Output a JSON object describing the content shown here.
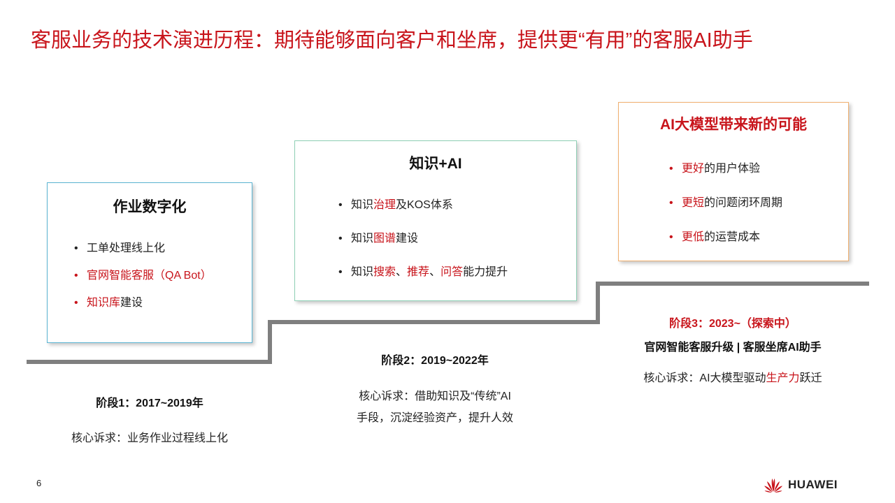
{
  "title": "客服业务的技术演进历程：期待能够面向客户和坐席，提供更“有用”的客服AI助手",
  "cards": [
    {
      "title": "作业数字化",
      "bullets": [
        {
          "segments": [
            {
              "text": "工单处理线上化",
              "red": false
            }
          ],
          "red_bullet": false
        },
        {
          "segments": [
            {
              "text": "官网智能客服（QA Bot）",
              "red": true
            }
          ],
          "red_bullet": true
        },
        {
          "segments": [
            {
              "text": "知识库",
              "red": true
            },
            {
              "text": "建设",
              "red": false
            }
          ],
          "red_bullet": true
        }
      ]
    },
    {
      "title": "知识+AI",
      "bullets": [
        {
          "segments": [
            {
              "text": "知识",
              "red": false
            },
            {
              "text": "治理",
              "red": true
            },
            {
              "text": "及KOS体系",
              "red": false
            }
          ],
          "red_bullet": false
        },
        {
          "segments": [
            {
              "text": "知识",
              "red": false
            },
            {
              "text": "图谱",
              "red": true
            },
            {
              "text": "建设",
              "red": false
            }
          ],
          "red_bullet": false
        },
        {
          "segments": [
            {
              "text": "知识",
              "red": false
            },
            {
              "text": "搜索",
              "red": true
            },
            {
              "text": "、",
              "red": false
            },
            {
              "text": "推荐",
              "red": true
            },
            {
              "text": "、",
              "red": false
            },
            {
              "text": "问答",
              "red": true
            },
            {
              "text": "能力提升",
              "red": false
            }
          ],
          "red_bullet": false
        }
      ]
    },
    {
      "title": "AI大模型带来新的可能",
      "bullets": [
        {
          "segments": [
            {
              "text": "更好",
              "red": true
            },
            {
              "text": "的用户体验",
              "red": false
            }
          ],
          "red_bullet": true
        },
        {
          "segments": [
            {
              "text": "更短",
              "red": true
            },
            {
              "text": "的问题闭环周期",
              "red": false
            }
          ],
          "red_bullet": true
        },
        {
          "segments": [
            {
              "text": "更低",
              "red": true
            },
            {
              "text": "的运营成本",
              "red": false
            }
          ],
          "red_bullet": true
        }
      ]
    }
  ],
  "stages": [
    {
      "title": "阶段1：2017~2019年",
      "subtitle": "",
      "desc_lines": [
        [
          {
            "text": "核心诉求：业务作业过程线上化",
            "red": false
          }
        ]
      ]
    },
    {
      "title": "阶段2：2019~2022年",
      "subtitle": "",
      "desc_lines": [
        [
          {
            "text": "核心诉求：借助知识及“传统”AI",
            "red": false
          }
        ],
        [
          {
            "text": "手段，沉淀经验资产，提升人效",
            "red": false
          }
        ]
      ]
    },
    {
      "title": "阶段3：2023~（探索中）",
      "subtitle": "官网智能客服升级 | 客服坐席AI助手",
      "desc_lines": [
        [
          {
            "text": "核心诉求：AI大模型驱动",
            "red": false
          },
          {
            "text": "生产力",
            "red": true
          },
          {
            "text": "跃迁",
            "red": false
          }
        ]
      ]
    }
  ],
  "page_number": "6",
  "logo": {
    "text": "HUAWEI",
    "icon": "huawei-petal-icon"
  },
  "colors": {
    "accent": "#c8141b",
    "stairs": "#7f7f7f"
  }
}
